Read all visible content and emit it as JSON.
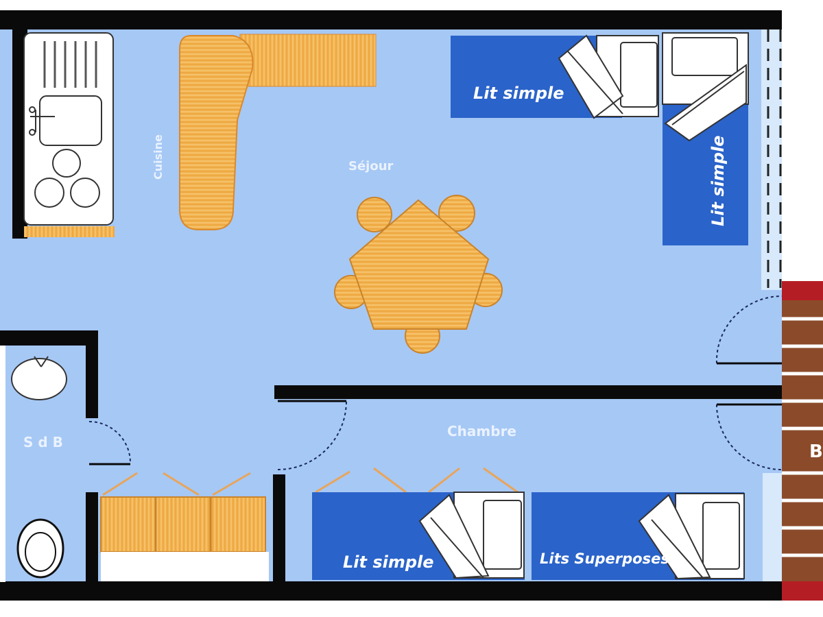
{
  "plan": {
    "rooms": {
      "living": "Séjour",
      "bedroom": "Chambre",
      "bathroom": "S d B",
      "kitchen": "Cuisine",
      "balcony": "B"
    },
    "beds": {
      "living_top": "Lit simple",
      "living_right": "Lit simple",
      "bedroom_left": "Lit simple",
      "bedroom_right": "Lits Superposes"
    }
  },
  "colors": {
    "floor": "#a6c8f5",
    "wall": "#0a0a0a",
    "bed": "#2a63c9",
    "wood": "#f3b34f",
    "balcony_brown": "#8b4b2b",
    "balcony_red": "#b51d24"
  }
}
